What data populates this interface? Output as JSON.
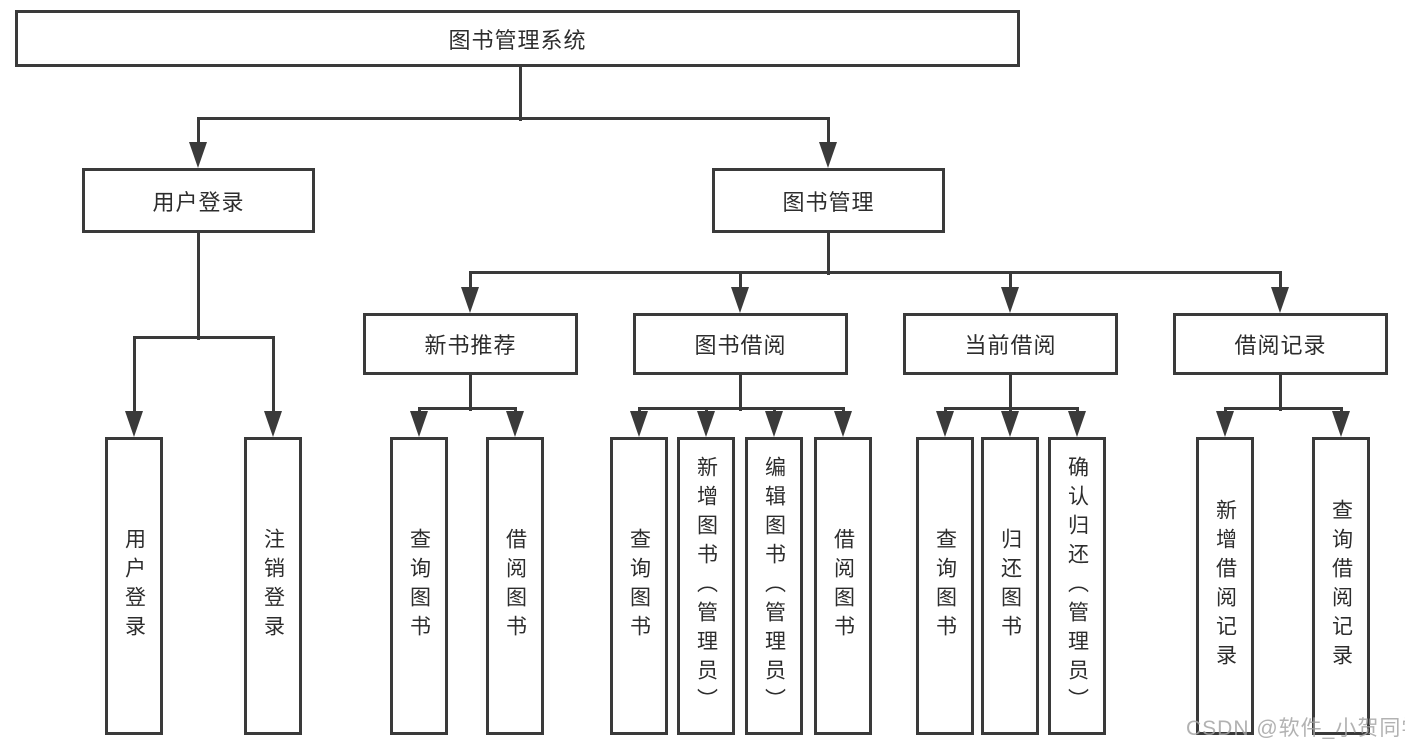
{
  "diagram": {
    "root": {
      "label": "图书管理系统"
    },
    "branches": {
      "user_login": {
        "label": "用户登录"
      },
      "book_management": {
        "label": "图书管理"
      }
    },
    "modules": [
      {
        "label": "新书推荐"
      },
      {
        "label": "图书借阅"
      },
      {
        "label": "当前借阅"
      },
      {
        "label": "借阅记录"
      }
    ],
    "leaves": {
      "user_login": [
        {
          "label": "用户登录"
        },
        {
          "label": "注销登录"
        }
      ],
      "new_book": [
        {
          "label": "查询图书"
        },
        {
          "label": "借阅图书"
        }
      ],
      "book_borrow": [
        {
          "label": "查询图书"
        },
        {
          "label": "新增图书（管理员）"
        },
        {
          "label": "编辑图书（管理员）"
        },
        {
          "label": "借阅图书"
        }
      ],
      "current_borrow": [
        {
          "label": "查询图书"
        },
        {
          "label": "归还图书"
        },
        {
          "label": "确认归还（管理员）"
        }
      ],
      "borrow_records": [
        {
          "label": "新增借阅记录"
        },
        {
          "label": "查询借阅记录"
        }
      ]
    }
  },
  "watermark": "CSDN @软件_小贺同学",
  "colors": {
    "line": "#3a3a3a",
    "text": "#2d2d2d",
    "watermark": "#a5a5a5",
    "background": "#ffffff"
  }
}
